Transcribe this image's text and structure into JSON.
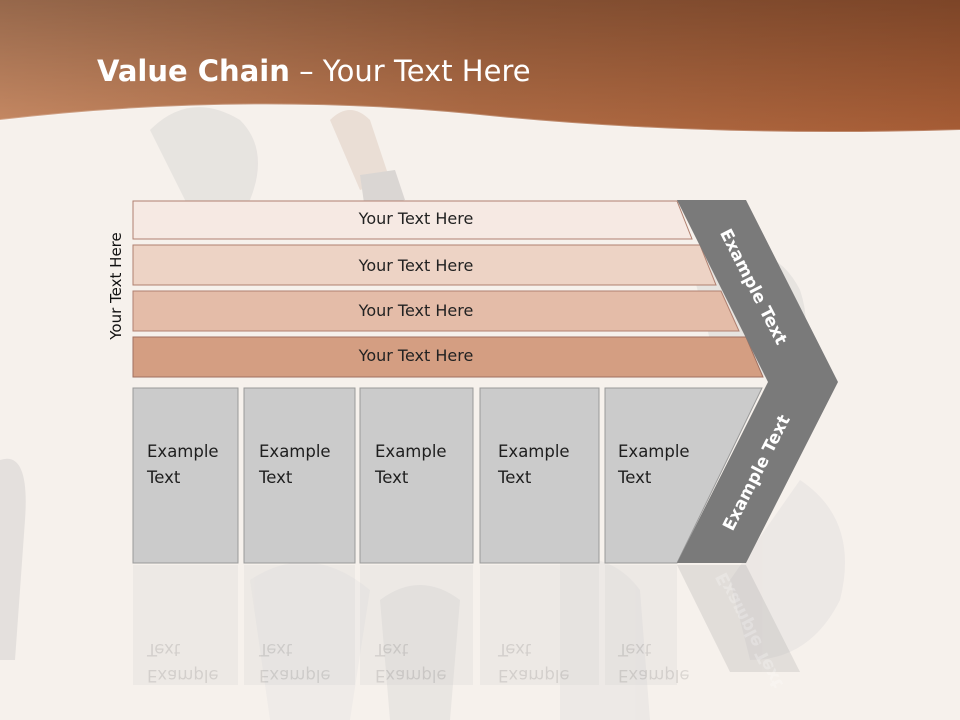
{
  "slide": {
    "title_bold": "Value Chain",
    "title_rest": " – Your Text Here",
    "side_label": "Your Text Here"
  },
  "bands": [
    {
      "label": "Your Text Here",
      "color": "#f6e9e3"
    },
    {
      "label": "Your Text Here",
      "color": "#edd3c5"
    },
    {
      "label": "Your Text Here",
      "color": "#e4bca8"
    },
    {
      "label": "Your Text Here",
      "color": "#d49e82"
    }
  ],
  "boxes": [
    {
      "line1": "Example",
      "line2": "Text"
    },
    {
      "line1": "Example",
      "line2": "Text"
    },
    {
      "line1": "Example",
      "line2": "Text"
    },
    {
      "line1": "Example",
      "line2": "Text"
    },
    {
      "line1": "Example",
      "line2": "Text"
    }
  ],
  "chevron": {
    "upper_label": "Example Text",
    "lower_label": "Example Text",
    "color": "#7a7a7a"
  },
  "colors": {
    "header": "#b86d44",
    "box_fill": "#cbcbcb",
    "box_stroke": "#9a9a9a",
    "band_stroke": "#b08070"
  }
}
